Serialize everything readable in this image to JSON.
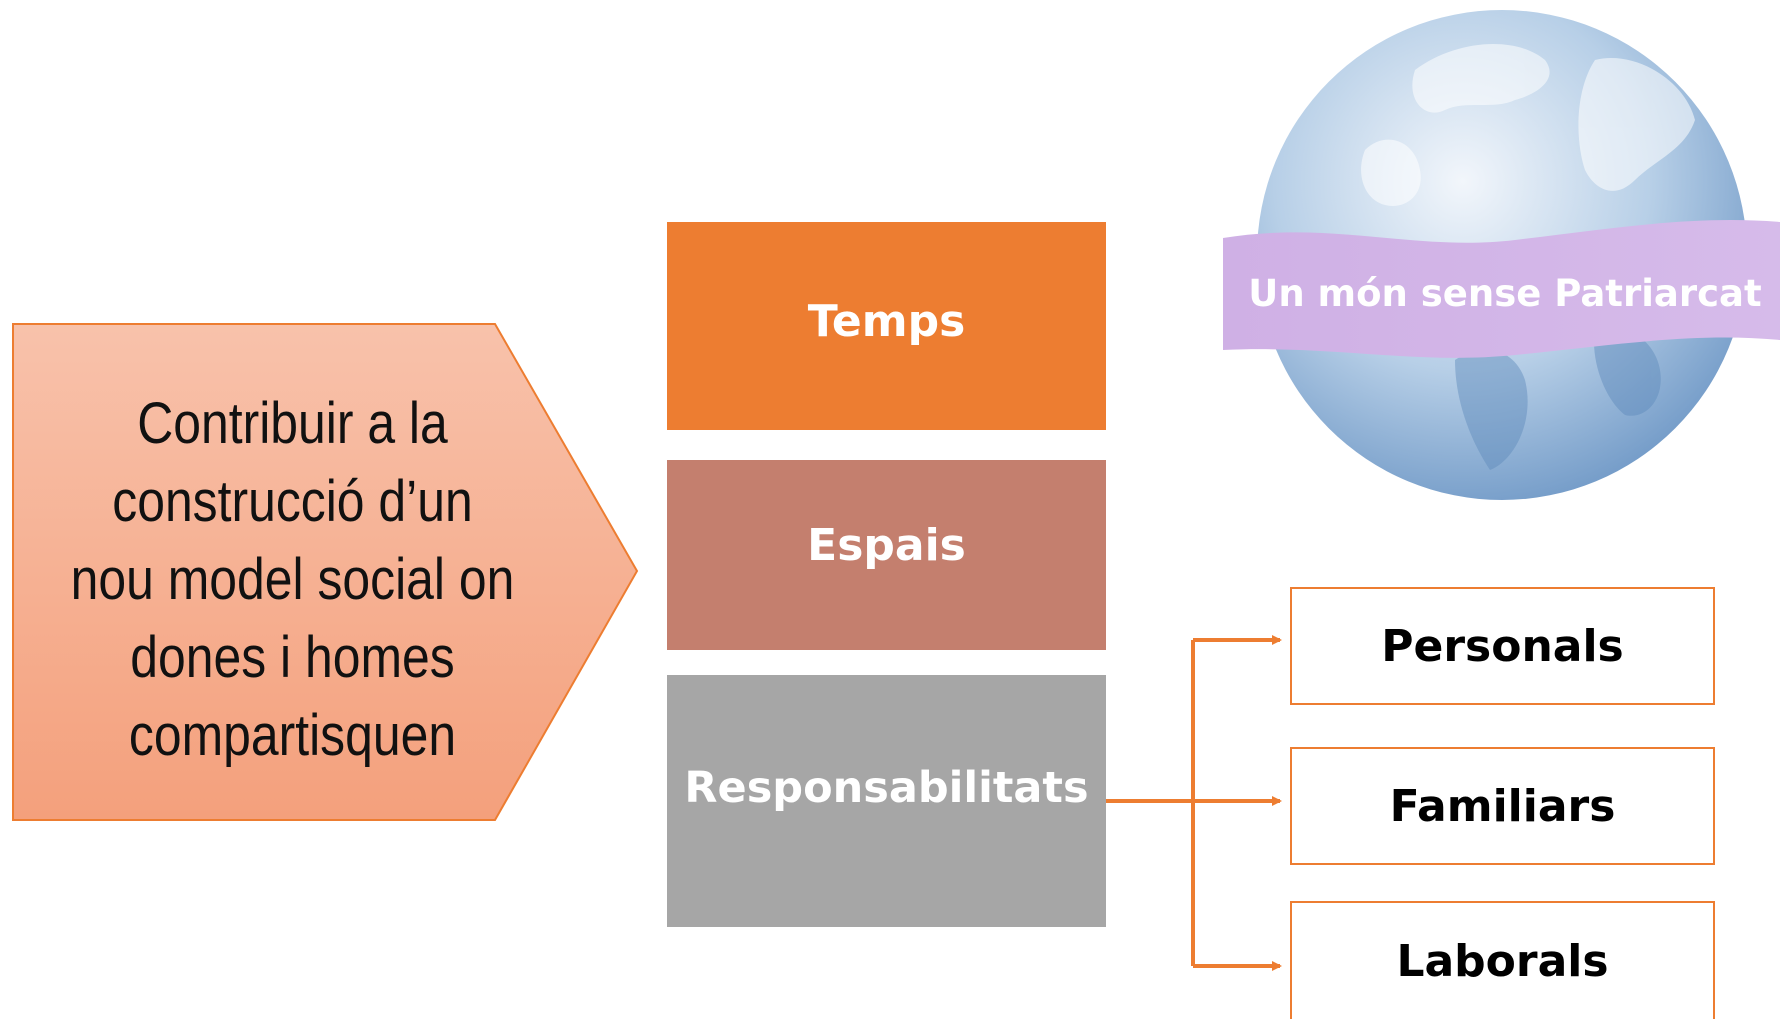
{
  "arrow": {
    "text": "Contribuir a la\nconstrucció d’un\nnou model social on\ndones i homes\ncompartisquen"
  },
  "center_boxes": {
    "temps": "Temps",
    "espais": "Espais",
    "responsabilitats": "Responsabilitats"
  },
  "right_boxes": {
    "personals": "Personals",
    "familiars": "Familiars",
    "laborals": "Laborals"
  },
  "globe": {
    "ribbon_text": "Un món sense Patriarcat"
  },
  "colors": {
    "orange": "#ed7d31",
    "salmon_light": "#f7bba1",
    "salmon_dark": "#f4a27e",
    "brown": "#c47f6e",
    "gray": "#a6a6a6",
    "ribbon": "#d2b4e6",
    "globe_blue": "#a7c4e2"
  }
}
